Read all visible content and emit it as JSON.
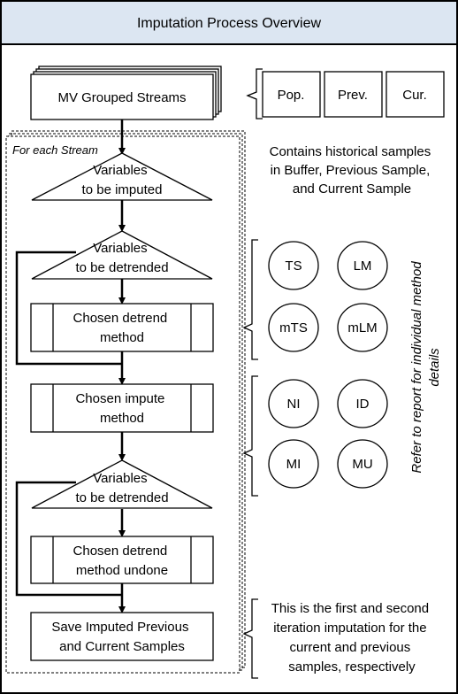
{
  "title": "Imputation Process Overview",
  "input_box": {
    "label": "MV Grouped Streams"
  },
  "sample_boxes": [
    "Pop.",
    "Prev.",
    "Cur."
  ],
  "stream_group_label": "For each Stream",
  "samples_note": [
    "Contains historical samples",
    "in Buffer, Previous Sample,",
    "and Current Sample"
  ],
  "steps": {
    "decision_impute": [
      "Variables",
      "to be imputed"
    ],
    "decision_detrend_1": [
      "Variables",
      "to be detrended"
    ],
    "detrend_method": [
      "Chosen detrend",
      "method"
    ],
    "impute_method": [
      "Chosen impute",
      "method"
    ],
    "decision_detrend_2": [
      "Variables",
      "to be detrended"
    ],
    "detrend_undone": [
      "Chosen detrend",
      "method undone"
    ],
    "save": [
      "Save Imputed Previous",
      "and Current Samples"
    ]
  },
  "detrend_methods": [
    "TS",
    "LM",
    "mTS",
    "mLM"
  ],
  "impute_methods": [
    "NI",
    "ID",
    "MI",
    "MU"
  ],
  "method_note": [
    "Refer to report for individual method",
    "details"
  ],
  "iteration_note": [
    "This is the first and second",
    "iteration imputation for the",
    "current and previous",
    "samples, respectively"
  ]
}
